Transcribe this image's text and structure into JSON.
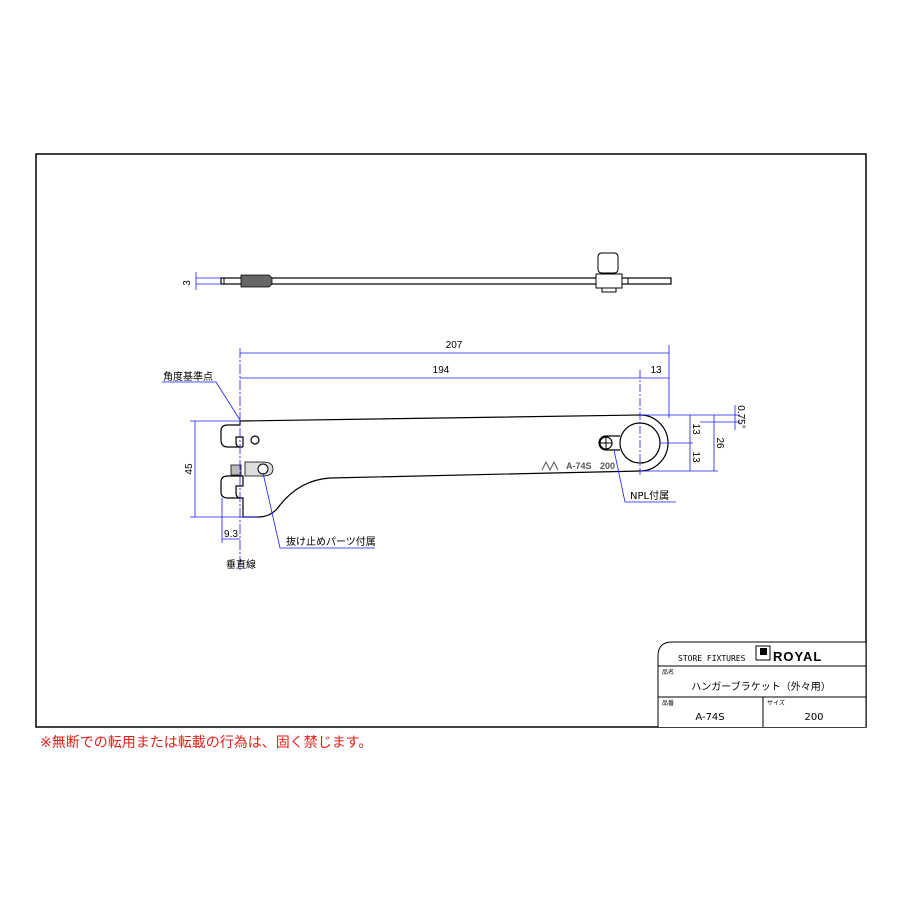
{
  "dimensions": {
    "thickness": "3",
    "overall_length": "207",
    "length_to_center": "194",
    "center_to_end": "13",
    "height": "45",
    "hook_offset": "9.3",
    "pipe_half_top": "13",
    "pipe_half_bottom": "13",
    "pipe_total": "26",
    "angle": "0.75°"
  },
  "callouts": {
    "angle_reference": "角度基準点",
    "vertical_line": "垂直線",
    "stopper_part": "抜け止めパーツ付属",
    "npl": "NPL付属"
  },
  "engraving": {
    "model": "A-74S",
    "size": "200"
  },
  "title_block": {
    "company_label": "STORE FIXTURES",
    "logo_text": "ROYAL",
    "name_label": "品名",
    "name_value": "ハンガーブラケット（外々用）",
    "part_no_label": "品番",
    "part_no_value": "A-74S",
    "size_label": "サイズ",
    "size_value": "200"
  },
  "notice": "※無断での転用または転載の行為は、固く禁じます。",
  "colors": {
    "dimension": "#1a1aff",
    "notice": "#e0201a"
  }
}
